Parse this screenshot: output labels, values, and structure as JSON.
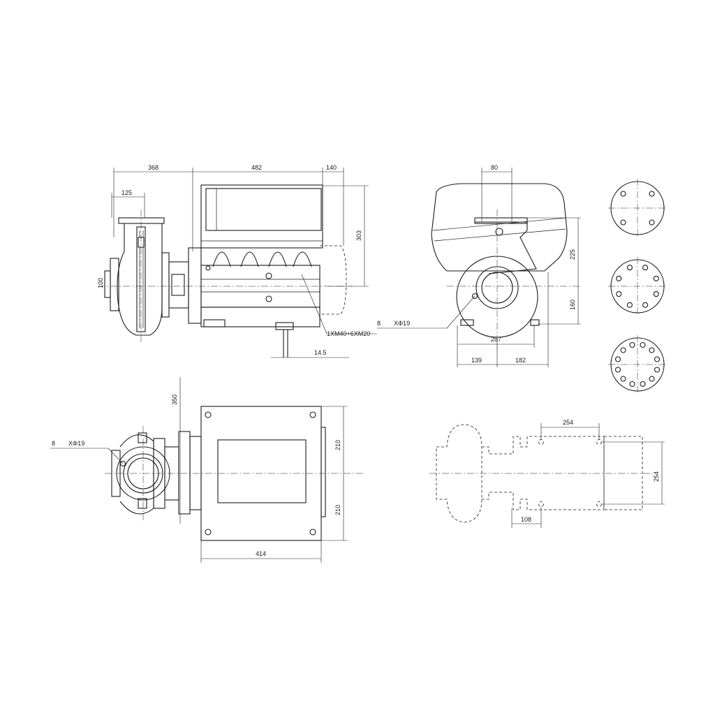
{
  "dimensions": {
    "side_view": {
      "d368": "368",
      "d482": "482",
      "d140": "140",
      "d125": "125",
      "d303": "303",
      "d100": "100",
      "d14_5": "14.5",
      "cable_entries": "1XM40+6XM20"
    },
    "end_view": {
      "d80": "80",
      "d225": "225",
      "d160": "160",
      "d287": "287",
      "d139": "139",
      "d182": "182",
      "bolt_count": "8",
      "bolt_hole": "XΦ19"
    },
    "top_view": {
      "d350": "350",
      "d210_top": "210",
      "d210_bottom": "210",
      "d414": "414",
      "bolt_count": "8",
      "bolt_hole": "XΦ19"
    },
    "base_view": {
      "d254_h": "254",
      "d254_v": "254",
      "d108": "108"
    }
  },
  "flange_patterns": [
    {
      "name": "flange-4-bolt",
      "bolts": 4
    },
    {
      "name": "flange-8-bolt",
      "bolts": 8
    },
    {
      "name": "flange-12-bolt",
      "bolts": 12
    }
  ]
}
